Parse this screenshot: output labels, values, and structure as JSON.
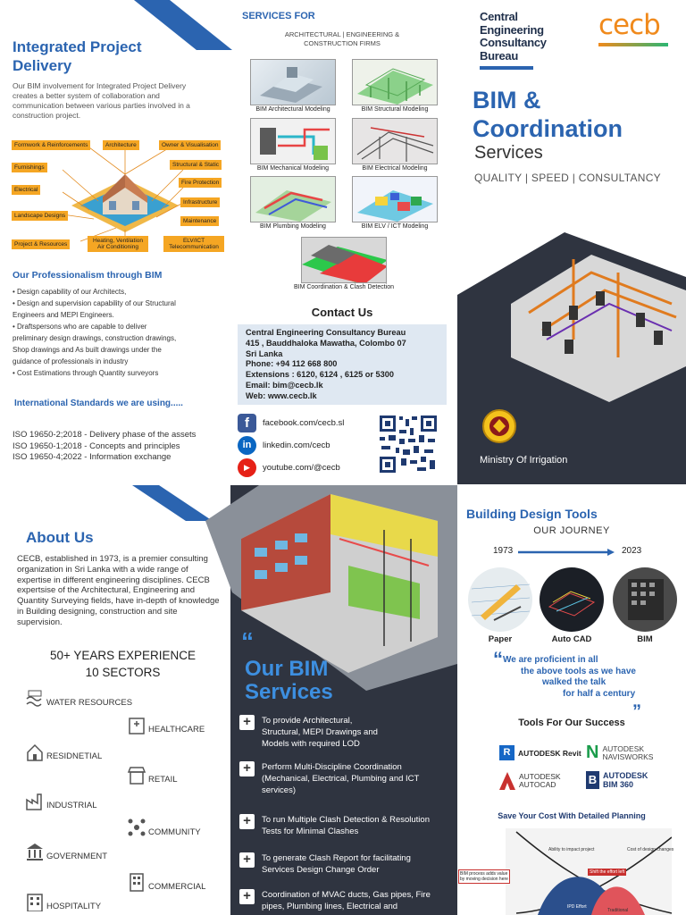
{
  "left_panel": {
    "title_line1": "Integrated Project",
    "title_line2": "Delivery",
    "intro": "Our BIM involvement for Integrated Project Delivery creates a better system of collaboration and communication between various parties involved in a construction project.",
    "diagram_tags": [
      "Formwork & Reinforcements",
      "Architecture",
      "Owner & Visualisation",
      "Furnishings",
      "Structural & Static",
      "Electrical",
      "Fire Protection",
      "Infrastructure",
      "Landscape Designs",
      "Maintenance",
      "Project & Resources",
      "Heating, Ventilation Air Conditioning",
      "ELV/ICT Telecommunication"
    ],
    "professionalism_title": "Our Professionalism through BIM",
    "professionalism_items": [
      "• Design capability of  our Architects,",
      "• Design and supervision capability of our Structural",
      "   Engineers and MEPI Engineers.",
      "• Draftspersons who are capable to deliver",
      "   preliminary design drawings, construction drawings,",
      "   Shop drawings and As built drawings under the",
      "   guidance of professionals in industry",
      "• Cost Estimations through Quantity surveyors"
    ],
    "standards_title": "International Standards we are using.....",
    "standards": [
      "ISO 19650-2;2018 - Delivery phase of the assets",
      "ISO 19650-1;2018 - Concepts and principles",
      "ISO 19650-4;2022 - Information exchange"
    ]
  },
  "services_panel": {
    "title": "SERVICES FOR",
    "subtitle_line1": "ARCHITECTURAL | ENGINEERING &",
    "subtitle_line2": "CONSTRUCTION FIRMS",
    "items": [
      "BIM Architectural Modeling",
      "BIM Structural Modeling",
      "BIM Mechanical Modeling",
      "BIM Electrical Modeling",
      "BIM Plumbing Modeling",
      "BIM ELV / ICT Modeling",
      "BIM Coordination & Clash Detection"
    ]
  },
  "contact": {
    "title": "Contact Us",
    "lines": [
      "Central Engineering Consultancy Bureau",
      "415 , Bauddhaloka Mawatha, Colombo 07",
      "Sri Lanka",
      "Phone: +94 112 668 800",
      "Extensions : 6120, 6124 , 6125 or 5300",
      "Email: bim@cecb.lk",
      "Web: www.cecb.lk"
    ],
    "facebook": "facebook.com/cecb.sl",
    "linkedin": "linkedin.com/cecb",
    "youtube": "youtube.com/@cecb"
  },
  "cover": {
    "org_line1": "Central",
    "org_line2": "Engineering",
    "org_line3": "Consultancy",
    "org_line4": "Bureau",
    "logo_text": "cecb",
    "title_line1": "BIM &",
    "title_line2": "Coordination",
    "title_line3": "Services",
    "tagline": "QUALITY | SPEED | CONSULTANCY",
    "ministry": "Ministry Of Irrigation"
  },
  "about": {
    "title": "About Us",
    "text": "CECB, established in 1973, is a premier consulting organization in Sri Lanka with a wide range of expertise in different engineering disciplines. CECB expertsise of the Architectural, Engineering and Quantity Surveying fields, have in-depth of knowledge in Building designing, construction and site supervision.",
    "years": "50+ YEARS EXPERIENCE",
    "sectors": "10 SECTORS",
    "sector_list": [
      "WATER RESOURCES",
      "HEALTHCARE",
      "RESIDNETIAL",
      "RETAIL",
      "INDUSTRIAL",
      "COMMUNITY",
      "GOVERNMENT",
      "COMMERCIAL",
      "HOSPITALITY"
    ]
  },
  "bim_services": {
    "quote": "“",
    "title_line1": "Our BIM",
    "title_line2": "Services",
    "items": [
      "To provide Architectural, Structural, MEPI Drawings and Models with required LOD",
      "Perform Multi-Discipline Coordination (Mechanical, Electrical, Plumbing and ICT services)",
      "To run Multiple Clash Detection & Resolution Tests for Minimal Clashes",
      "To generate Clash Report for facilitating Services Design Change Order",
      "Coordination of MVAC ducts, Gas pipes, Fire pipes, Plumbing lines, Electrical and"
    ]
  },
  "tools": {
    "title": "Building Design Tools",
    "journey": "OUR JOURNEY",
    "year_start": "1973",
    "year_end": "2023",
    "stages": [
      "Paper",
      "Auto CAD",
      "BIM"
    ],
    "quote_open": "“",
    "quote_line1": "We are proficient in all",
    "quote_line2": "the above tools as we have",
    "quote_line3": "walked the talk",
    "quote_line4": "for half a century",
    "quote_close": "„",
    "success_title": "Tools For Our Success",
    "revit": "AUTODESK Revit",
    "navis_line1": "AUTODESK",
    "navis_line2": "NAVISWORKS",
    "autocad_line1": "AUTODESK",
    "autocad_line2": "AUTOCAD",
    "bim360_line1": "AUTODESK",
    "bim360_line2": "BIM 360",
    "cost_title": "Save Your Cost With Detailed Planning",
    "chart_labels": [
      "Ability to impact project",
      "Cost of design changes",
      "Shift the effort left",
      "BIM process adds value by moving decision here",
      "IPD Effort",
      "Traditional"
    ]
  },
  "colors": {
    "brand_blue": "#2b64b0",
    "dark_panel": "#2f3440",
    "orange": "#f5a623",
    "navy": "#1f3a70"
  }
}
